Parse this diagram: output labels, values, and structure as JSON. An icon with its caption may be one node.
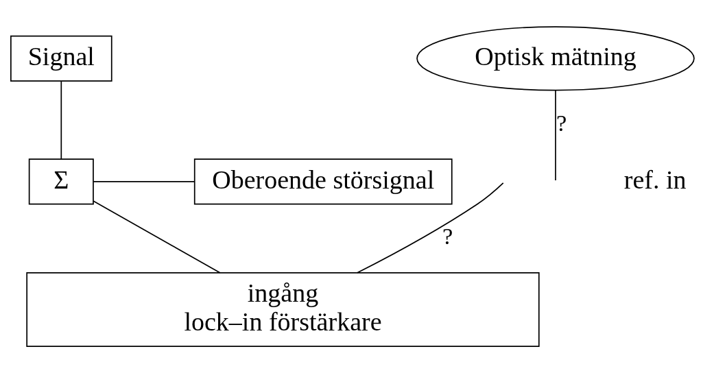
{
  "diagram": {
    "nodes": [
      {
        "text": [
          "Signal"
        ]
      },
      {
        "text": [
          "Optisk mätning"
        ]
      },
      {
        "text": [
          "Σ"
        ]
      },
      {
        "text": [
          "Oberoende störsignal"
        ]
      },
      {
        "text": [
          "ingång",
          "lock–in förstärkare"
        ]
      }
    ],
    "edges": [
      {
        "from": 0,
        "to": 2,
        "arrow": "none"
      },
      {
        "from": 2,
        "to": 3,
        "arrow": "none"
      },
      {
        "from": 2,
        "to": 4,
        "arrow": "none"
      },
      {
        "from": 1,
        "to": null,
        "arrow": "none",
        "label": "?"
      },
      {
        "from": null,
        "to": 4,
        "arrow": "none",
        "label": "?"
      }
    ],
    "labels": [
      "ref. in"
    ]
  }
}
